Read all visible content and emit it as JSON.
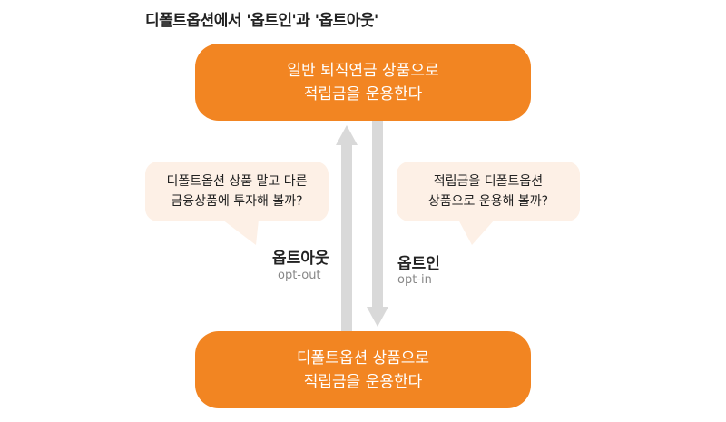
{
  "title": "디폴트옵션에서 '옵트인'과 '옵트아웃'",
  "top_box": "일반 퇴직연금 상품으로\n적립금을 운용한다",
  "bottom_box": "디폴트옵션 상품으로\n적립금을 운용한다",
  "left_bubble": "디폴트옵션 상품 말고 다른\n금융상품에 투자해 볼까?",
  "right_bubble": "적립금을 디폴트옵션\n상품으로 운용해 볼까?",
  "opt_out": {
    "label": "옵트아웃",
    "sub": "opt-out"
  },
  "opt_in": {
    "label": "옵트인",
    "sub": "opt-in"
  },
  "colors": {
    "orange": "#f28522",
    "bubble": "#fdf0e6",
    "arrow": "#d9d9d9"
  }
}
